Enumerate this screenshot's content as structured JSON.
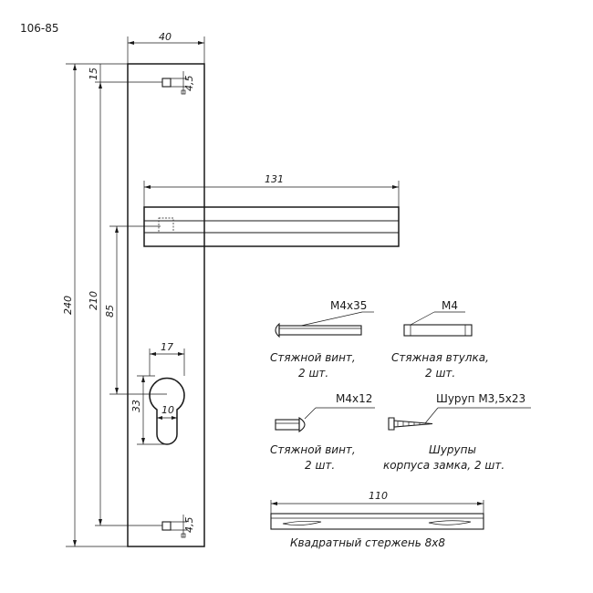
{
  "drawing_code": "106-85",
  "dimensions": {
    "plate_width": "40",
    "top_hole_offset": "15",
    "hole_size_top": "4,5",
    "hole_size_bottom": "4,5",
    "total_height": "240",
    "hole_spacing": "210",
    "handle_to_lock": "85",
    "handle_length": "131",
    "cylinder_width": "17",
    "cylinder_bottom_width": "10",
    "cylinder_height": "33",
    "rod_length": "110"
  },
  "parts": {
    "screw_long": {
      "size": "M4x35",
      "name": "Стяжной винт,",
      "qty": "2 шт."
    },
    "bushing": {
      "size": "M4",
      "name": "Стяжная втулка,",
      "qty": "2 шт."
    },
    "screw_short": {
      "size": "M4x12",
      "name": "Стяжной винт,",
      "qty": "2 шт."
    },
    "wood_screw": {
      "size": "Шуруп М3,5х23",
      "name": "Шурупы",
      "qty": "корпуса замка, 2 шт."
    },
    "rod": {
      "name": "Квадратный стержень 8х8"
    }
  }
}
